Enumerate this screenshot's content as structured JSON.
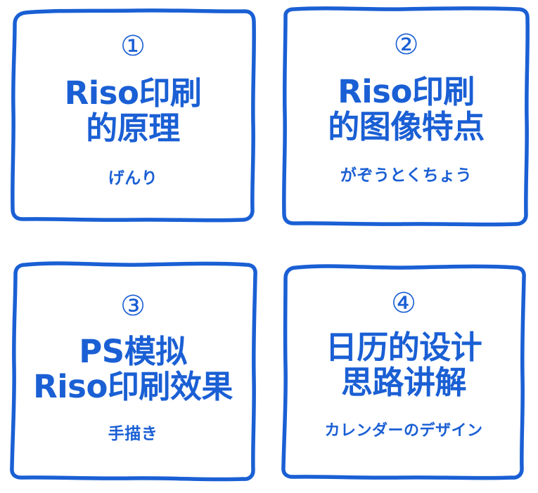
{
  "theme": {
    "ink_color": "#1a5fd4",
    "background_color": "#ffffff"
  },
  "panels": [
    {
      "badge": "①",
      "badge_number": "1",
      "title_lines": [
        "Riso印刷",
        "的原理"
      ],
      "title_text": "Riso印刷的原理",
      "subtitle": "げんり"
    },
    {
      "badge": "②",
      "badge_number": "2",
      "title_lines": [
        "Riso印刷",
        "的图像特点"
      ],
      "title_text": "Riso印刷的图像特点",
      "subtitle": "がぞうとくちょう"
    },
    {
      "badge": "③",
      "badge_number": "3",
      "title_lines": [
        "PS模拟",
        "Riso印刷效果"
      ],
      "title_text": "PS模拟Riso印刷效果",
      "subtitle": "手描き"
    },
    {
      "badge": "④",
      "badge_number": "4",
      "title_lines": [
        "日历的设计",
        "思路讲解"
      ],
      "title_text": "日历的设计思路讲解",
      "subtitle": "カレンダーのデザイン"
    }
  ]
}
